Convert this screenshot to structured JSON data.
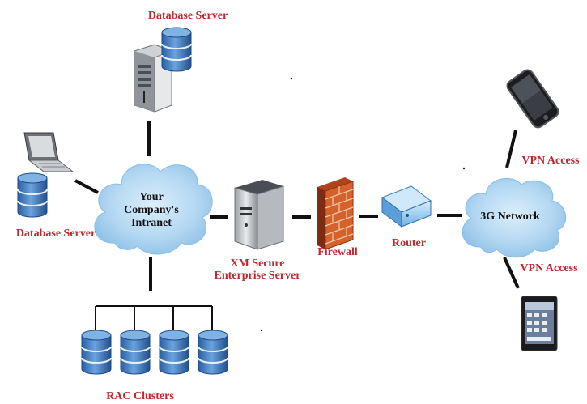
{
  "labels": {
    "db_server_top": "Database Server",
    "db_server_left": "Database Server",
    "intranet_line1": "Your",
    "intranet_line2": "Company's",
    "intranet_line3": "Intranet",
    "xm_line1": "XM Secure",
    "xm_line2": "Enterprise Server",
    "firewall": "Firewall",
    "router": "Router",
    "network_3g": "3G Network",
    "vpn_top": "VPN Access",
    "vpn_bottom": "VPN Access",
    "rac": "RAC Clusters"
  },
  "colors": {
    "label_red": "#c0282d",
    "cloud": "#a9d0ef",
    "cylinder": "#3d78c0",
    "line": "#111111"
  },
  "icons": [
    "database-icon",
    "tower-server-icon",
    "laptop-icon",
    "cloud-icon",
    "rack-server-icon",
    "firewall-icon",
    "router-icon",
    "smartphone-icon",
    "tablet-icon"
  ]
}
